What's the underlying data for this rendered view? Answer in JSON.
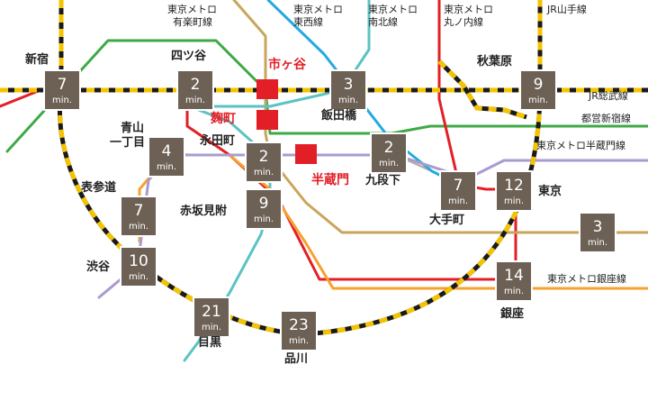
{
  "colors": {
    "background": "#ffffff",
    "badge": "#6d6155",
    "badge_border": "#ffffff",
    "highlight_station": "#e21f26",
    "jr_yamanote": "#1a1a1a",
    "jr_sobu": "#f5c400",
    "chuo": "#e8452b",
    "yurakucho": "#c8a55a",
    "tozai": "#24a9e0",
    "namboku": "#5bc3c2",
    "marunouchi": "#e21f26",
    "hanzomon": "#a99bd1",
    "ginza": "#f7a12f",
    "shinjuku_line": "#3ea945",
    "hibiya": "#b7b0a6"
  },
  "line_labels": {
    "yurakucho": [
      "東京メトロ",
      "有楽町線"
    ],
    "tozai": [
      "東京メトロ",
      "東西線"
    ],
    "namboku": [
      "東京メトロ",
      "南北線"
    ],
    "marunouchi": [
      "東京メトロ",
      "丸ノ内線"
    ],
    "yamanote": "JR山手線",
    "sobu": "JR総武線",
    "toei_shinjuku": "都営新宿線",
    "hanzomon": "東京メトロ半蔵門線",
    "ginza": "東京メトロ銀座線"
  },
  "stations": {
    "shinjuku": "新宿",
    "yotsuya": "四ツ谷",
    "ichigaya": "市ヶ谷",
    "kojimachi": "麹町",
    "iidabashi": "飯田橋",
    "akihabara": "秋葉原",
    "aoyama_1": "青山",
    "aoyama_2": "一丁目",
    "nagatacho": "永田町",
    "hanzomon": "半蔵門",
    "kudanshita": "九段下",
    "omotesando": "表参道",
    "akasaka_mitsuke": "赤坂見附",
    "otemachi": "大手町",
    "tokyo": "東京",
    "shibuya": "渋谷",
    "ginza": "銀座",
    "meguro": "目黒",
    "shinagawa": "品川"
  },
  "badges": [
    {
      "id": "shinjuku",
      "minutes": "7"
    },
    {
      "id": "yotsuya",
      "minutes": "2"
    },
    {
      "id": "iidabashi",
      "minutes": "3"
    },
    {
      "id": "akihabara",
      "minutes": "9"
    },
    {
      "id": "aoyama",
      "minutes": "4"
    },
    {
      "id": "nagatacho",
      "minutes": "2"
    },
    {
      "id": "kudanshita",
      "minutes": "2"
    },
    {
      "id": "otemachi",
      "minutes": "7"
    },
    {
      "id": "tokyo",
      "minutes": "12"
    },
    {
      "id": "omotesando",
      "minutes": "7"
    },
    {
      "id": "akasaka",
      "minutes": "9"
    },
    {
      "id": "ginza_east",
      "minutes": "3"
    },
    {
      "id": "shibuya",
      "minutes": "10"
    },
    {
      "id": "ginza",
      "minutes": "14"
    },
    {
      "id": "meguro",
      "minutes": "21"
    },
    {
      "id": "shinagawa",
      "minutes": "23"
    }
  ],
  "unit": "min."
}
